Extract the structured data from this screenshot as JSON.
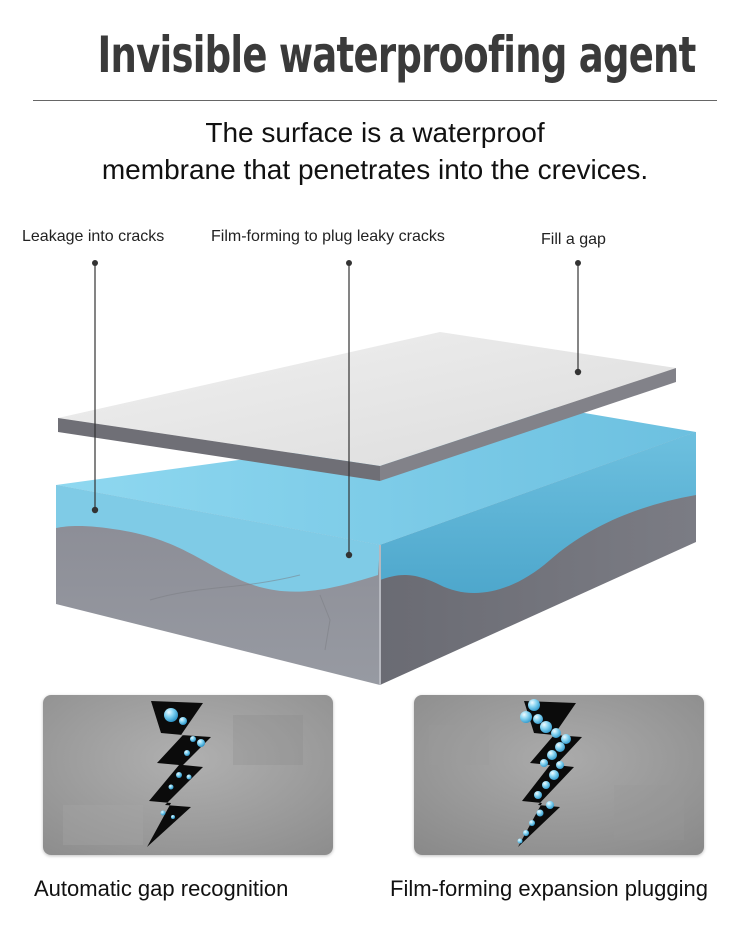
{
  "header": {
    "title": "Invisible waterproofing agent",
    "subtitle_line1": "The surface is a waterproof",
    "subtitle_line2": "membrane that penetrates into the crevices."
  },
  "diagram": {
    "labels": {
      "leakage": "Leakage into cracks",
      "film_forming": "Film-forming to plug leaky cracks",
      "fill_gap": "Fill a gap"
    },
    "colors": {
      "membrane": "#e6e6e6",
      "water": "#78cbe6",
      "concrete": "#8c8d96"
    }
  },
  "panels": {
    "left_caption": "Automatic gap recognition",
    "right_caption": "Film-forming expansion plugging"
  },
  "colors": {
    "crack": "#0b0b0b",
    "bubble": "#5ab8de",
    "panel_bg": "#9a9a9a"
  }
}
